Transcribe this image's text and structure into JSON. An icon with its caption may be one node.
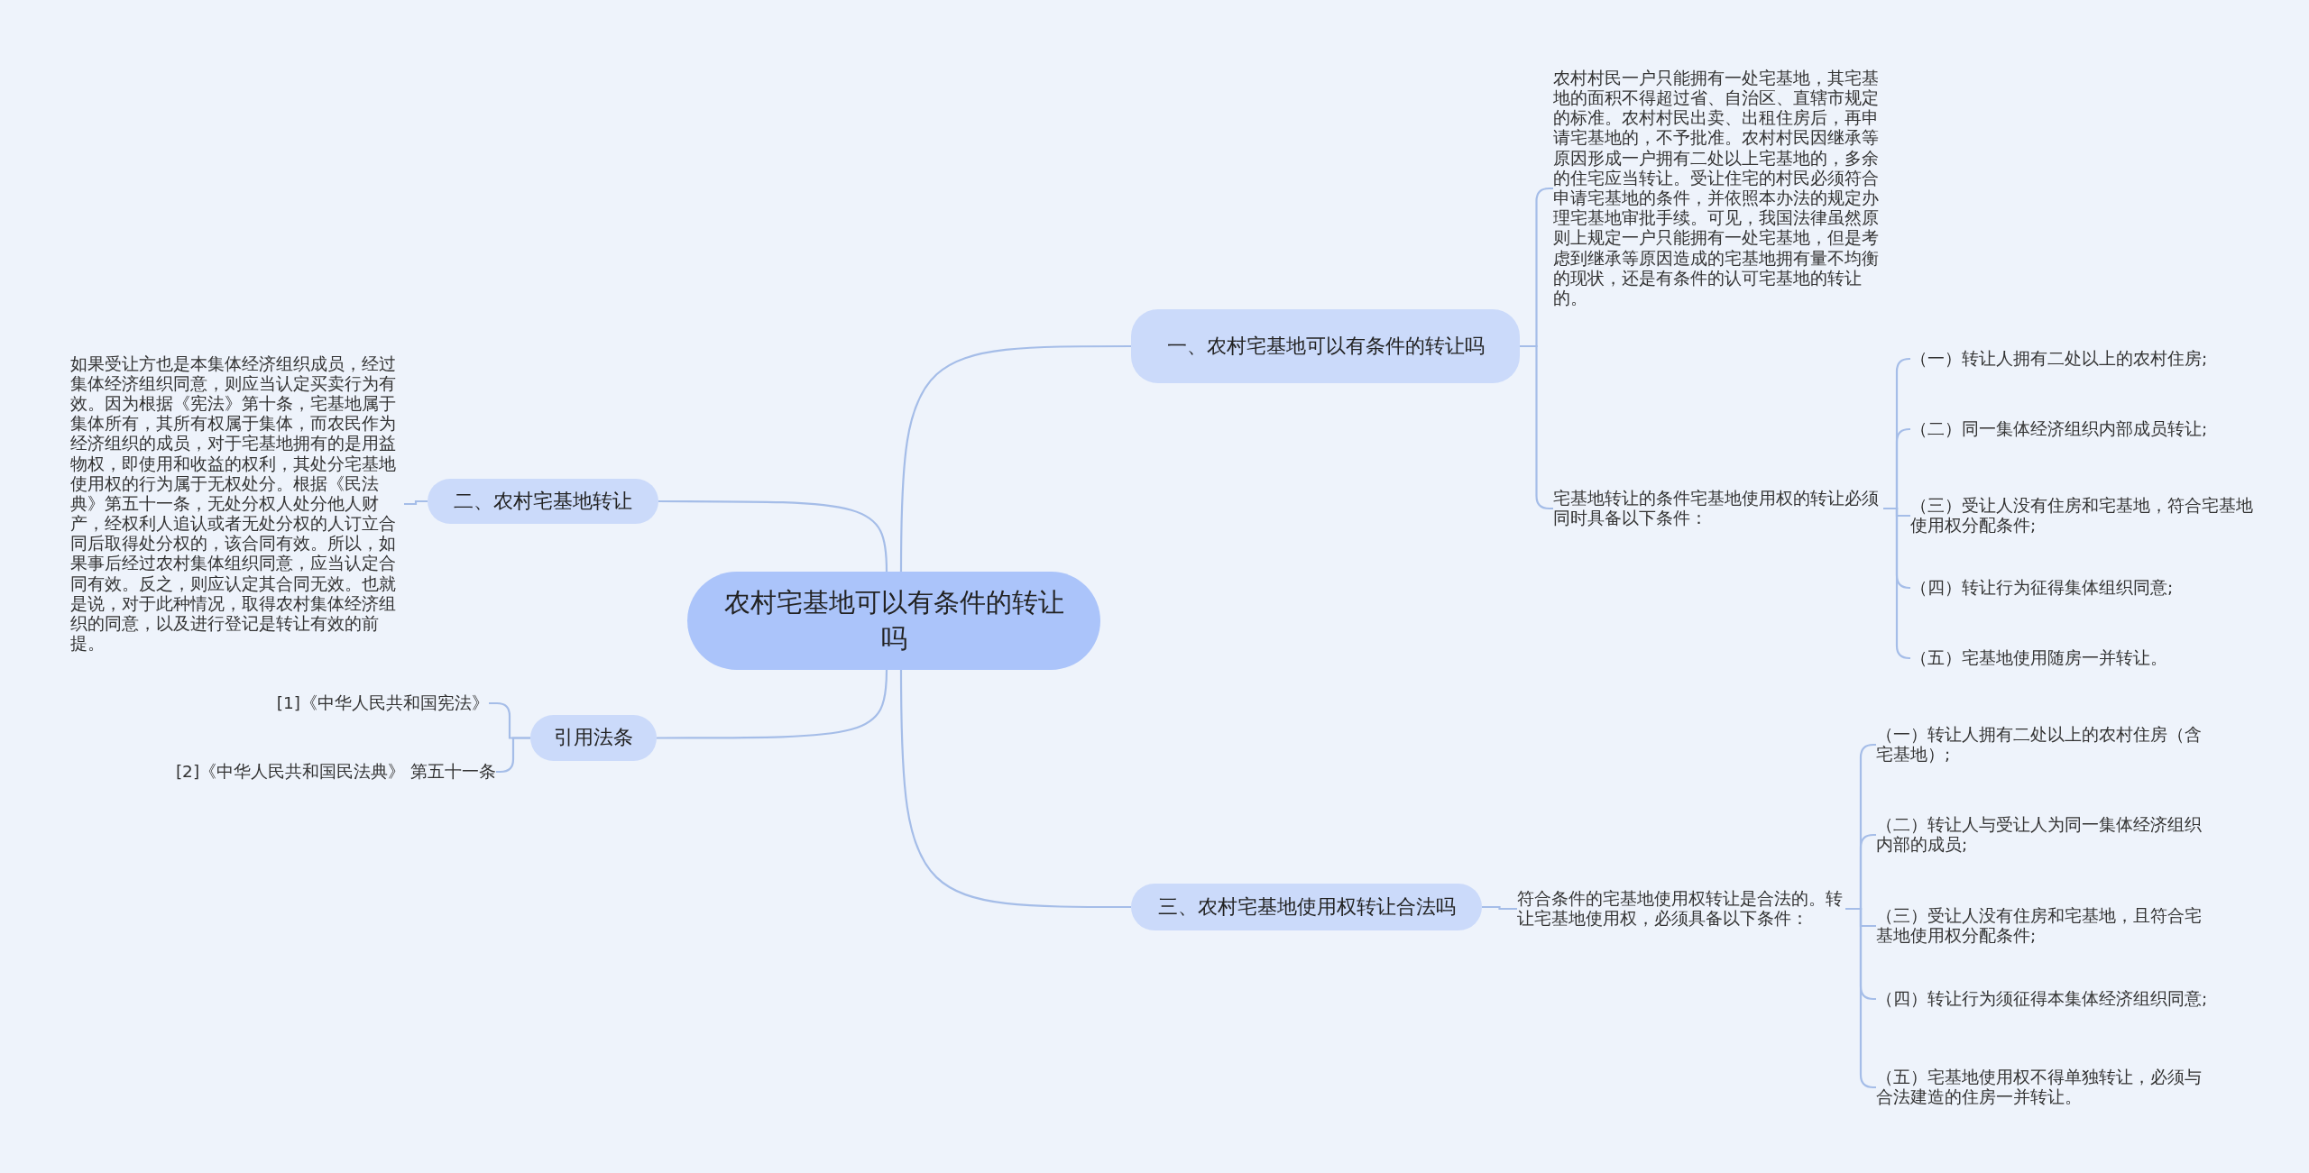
{
  "diagram": {
    "nodes": [
      {
        "text": [
          "农村宅基地可以有条件的转让吗"
        ]
      },
      {
        "text": [
          "一、农村宅基地可以有条件的转让吗"
        ]
      },
      {
        "text": [
          "农村村民一户只能拥有一处宅基地，其宅基地的面积不得超过省、自治区、直辖市规定的标准。农村村民出卖、出租住房后，再申请宅基地的，不予批准。农村村民因继承等原因形成一户拥有二处以上宅基地的，多余的住宅应当转让。受让住宅的村民必须符合申请宅基地的条件，并依照本办法的规定办理宅基地审批手续。可见，我国法律虽然原则上规定一户只能拥有一处宅基地，但是考虑到继承等原因造成的宅基地拥有量不均衡的现状，还是有条件的认可宅基地的转让的。"
        ]
      },
      {
        "text": [
          "宅基地转让的条件宅基地使用权的转让必须同时具备以下条件："
        ]
      },
      {
        "text": [
          "（一）转让人拥有二处以上的农村住房;"
        ]
      },
      {
        "text": [
          "（二）同一集体经济组织内部成员转让;"
        ]
      },
      {
        "text": [
          "（三）受让人没有住房和宅基地，符合宅基地使用权分配条件;"
        ]
      },
      {
        "text": [
          "（四）转让行为征得集体组织同意;"
        ]
      },
      {
        "text": [
          "（五）宅基地使用随房一并转让。"
        ]
      },
      {
        "text": [
          "二、农村宅基地转让"
        ]
      },
      {
        "text": [
          "如果受让方也是本集体经济组织成员，经过集体经济组织同意，则应当认定买卖行为有效。因为根据《宪法》第十条，宅基地属于集体所有，其所有权属于集体，而农民作为经济组织的成员，对于宅基地拥有的是用益物权，即使用和收益的权利，其处分宅基地使用权的行为属于无权处分。根据《民法典》第五十一条，无处分权人处分他人财产，经权利人追认或者无处分权的人订立合同后取得处分权的，该合同有效。所以，如果事后经过农村集体组织同意，应当认定合同有效。反之，则应认定其合同无效。也就是说，对于此种情况，取得农村集体经济组织的同意，以及进行登记是转让有效的前提。"
        ]
      },
      {
        "text": [
          "引用法条"
        ]
      },
      {
        "text": [
          "[1]《中华人民共和国宪法》"
        ]
      },
      {
        "text": [
          "[2]《中华人民共和国民法典》 第五十一条"
        ]
      },
      {
        "text": [
          "三、农村宅基地使用权转让合法吗"
        ]
      },
      {
        "text": [
          "符合条件的宅基地使用权转让是合法的。转让宅基地使用权，必须具备以下条件："
        ]
      },
      {
        "text": [
          "（一）转让人拥有二处以上的农村住房（含宅基地）;"
        ]
      },
      {
        "text": [
          "（二）转让人与受让人为同一集体经济组织内部的成员;"
        ]
      },
      {
        "text": [
          "（三）受让人没有住房和宅基地，且符合宅基地使用权分配条件;"
        ]
      },
      {
        "text": [
          "（四）转让行为须征得本集体经济组织同意;"
        ]
      },
      {
        "text": [
          "（五）宅基地使用权不得单独转让，必须与合法建造的住房一并转让。"
        ]
      }
    ],
    "edges": [
      {
        "from": 0,
        "to": 1,
        "arrow": "none"
      },
      {
        "from": 1,
        "to": 2,
        "arrow": "none"
      },
      {
        "from": 1,
        "to": 3,
        "arrow": "none"
      },
      {
        "from": 3,
        "to": 4,
        "arrow": "none"
      },
      {
        "from": 3,
        "to": 5,
        "arrow": "none"
      },
      {
        "from": 3,
        "to": 6,
        "arrow": "none"
      },
      {
        "from": 3,
        "to": 7,
        "arrow": "none"
      },
      {
        "from": 3,
        "to": 8,
        "arrow": "none"
      },
      {
        "from": 0,
        "to": 9,
        "arrow": "none"
      },
      {
        "from": 9,
        "to": 10,
        "arrow": "none"
      },
      {
        "from": 0,
        "to": 11,
        "arrow": "none"
      },
      {
        "from": 11,
        "to": 12,
        "arrow": "none"
      },
      {
        "from": 11,
        "to": 13,
        "arrow": "none"
      },
      {
        "from": 0,
        "to": 14,
        "arrow": "none"
      },
      {
        "from": 14,
        "to": 15,
        "arrow": "none"
      },
      {
        "from": 15,
        "to": 16,
        "arrow": "none"
      },
      {
        "from": 15,
        "to": 17,
        "arrow": "none"
      },
      {
        "from": 15,
        "to": 18,
        "arrow": "none"
      },
      {
        "from": 15,
        "to": 19,
        "arrow": "none"
      },
      {
        "from": 15,
        "to": 20,
        "arrow": "none"
      }
    ]
  }
}
